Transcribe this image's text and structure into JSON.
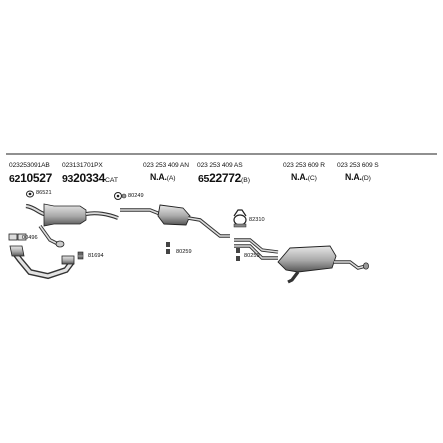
{
  "header_columns": [
    {
      "oe_number": "023253091AB",
      "part_number": "6210527",
      "part_main": "62",
      "part_bold": "10527",
      "suffix": ""
    },
    {
      "oe_number": "023131701PX",
      "part_number": "9320334",
      "part_main": "93",
      "part_bold": "20334",
      "suffix": "CAT"
    },
    {
      "oe_number": "023 253 409 AN",
      "part_number": "N.A.",
      "suffix": "(A)"
    },
    {
      "oe_number": "023 253 409 AS",
      "part_number": "6522772",
      "part_main": "65",
      "part_bold": "22772",
      "suffix": "(B)"
    },
    {
      "oe_number": "023 253 609 R",
      "part_number": "N.A.",
      "suffix": "(C)"
    },
    {
      "oe_number": "023 253 609 S",
      "part_number": "N.A.",
      "suffix": "(D)"
    }
  ],
  "accessories": [
    {
      "code": "86521"
    },
    {
      "code": "80249"
    },
    {
      "code": "82310"
    },
    {
      "code": "00496"
    },
    {
      "code": "81694"
    },
    {
      "code": "80259"
    },
    {
      "code": "80259"
    }
  ],
  "colors": {
    "line": "#222222",
    "part_fill": "#cfcfcf",
    "part_dark": "#8a8a8a",
    "background": "#ffffff"
  }
}
